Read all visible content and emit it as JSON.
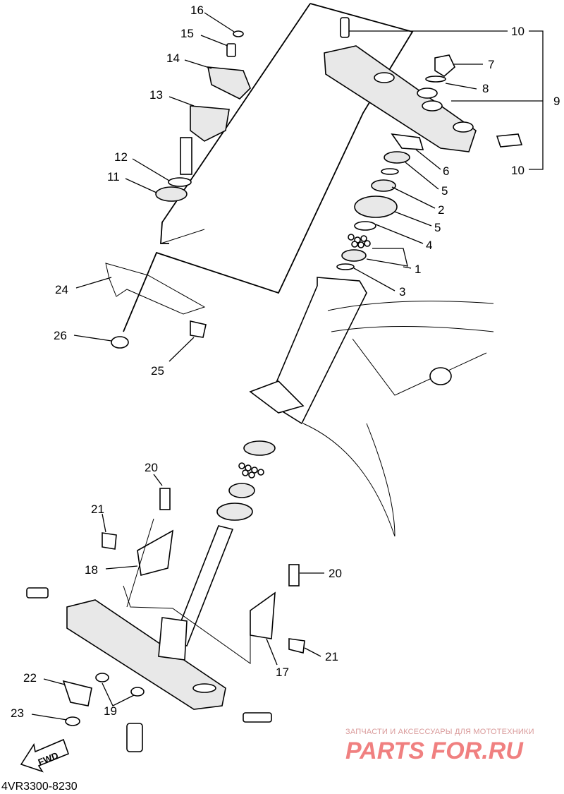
{
  "diagram": {
    "code": "4VR3300-8230",
    "fwd_label": "FWD",
    "callouts": [
      {
        "id": "c16",
        "label": "16"
      },
      {
        "id": "c15",
        "label": "15"
      },
      {
        "id": "c14",
        "label": "14"
      },
      {
        "id": "c13",
        "label": "13"
      },
      {
        "id": "c12",
        "label": "12"
      },
      {
        "id": "c11",
        "label": "11"
      },
      {
        "id": "c10a",
        "label": "10"
      },
      {
        "id": "c7",
        "label": "7"
      },
      {
        "id": "c8",
        "label": "8"
      },
      {
        "id": "c9",
        "label": "9"
      },
      {
        "id": "c6",
        "label": "6"
      },
      {
        "id": "c10b",
        "label": "10"
      },
      {
        "id": "c5a",
        "label": "5"
      },
      {
        "id": "c2",
        "label": "2"
      },
      {
        "id": "c5b",
        "label": "5"
      },
      {
        "id": "c4",
        "label": "4"
      },
      {
        "id": "c1",
        "label": "1"
      },
      {
        "id": "c3",
        "label": "3"
      },
      {
        "id": "c24",
        "label": "24"
      },
      {
        "id": "c26",
        "label": "26"
      },
      {
        "id": "c25",
        "label": "25"
      },
      {
        "id": "c20a",
        "label": "20"
      },
      {
        "id": "c21a",
        "label": "21"
      },
      {
        "id": "c18",
        "label": "18"
      },
      {
        "id": "c20b",
        "label": "20"
      },
      {
        "id": "c21b",
        "label": "21"
      },
      {
        "id": "c17",
        "label": "17"
      },
      {
        "id": "c22",
        "label": "22"
      },
      {
        "id": "c19",
        "label": "19"
      },
      {
        "id": "c23",
        "label": "23"
      }
    ]
  },
  "watermark": {
    "caption": "ЗАПЧАСТИ И АКСЕССУАРЫ ДЛЯ МОТОТЕХНИКИ",
    "logo": "PARTS FOR.RU"
  }
}
